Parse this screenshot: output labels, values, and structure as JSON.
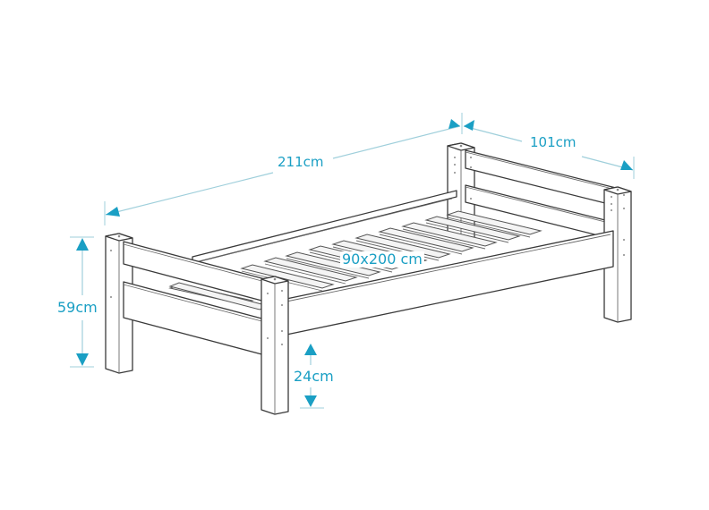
{
  "diagram": {
    "subject": "Single bed frame with slatted base",
    "colors": {
      "dimension": "#1a9fc4",
      "dimension_line": "#9fcfdb",
      "outline": "#3a3a3a",
      "background": "#ffffff"
    },
    "dimensions": {
      "length": "211cm",
      "width": "101cm",
      "height": "59cm",
      "under_clearance": "24cm",
      "mattress": "90x200 cm"
    }
  }
}
